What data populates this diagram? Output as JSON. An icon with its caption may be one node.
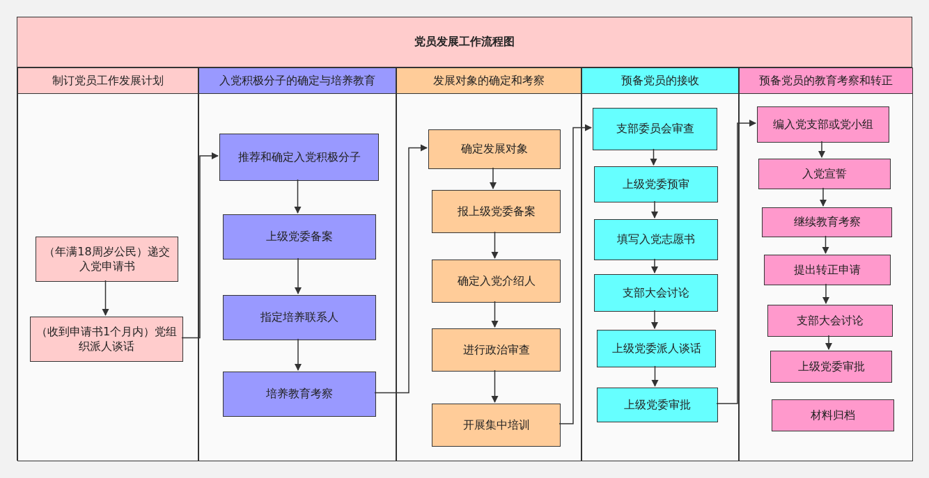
{
  "diagram": {
    "nodes": [
      {
        "text": [
          "党员发展工作流程图"
        ]
      },
      {
        "text": [
          "制订党员工作发展计划"
        ],
        "in": 0
      },
      {
        "text": [
          "入党积极分子的确定与培养教育"
        ],
        "in": 0
      },
      {
        "text": [
          "发展对象的确定和考察"
        ],
        "in": 0
      },
      {
        "text": [
          "预备党员的接收"
        ],
        "in": 0
      },
      {
        "text": [
          "预备党员的教育考察和转正"
        ],
        "in": 0
      },
      {
        "text": [
          "（年满18周岁公民）递交入党申请书"
        ],
        "in": 1
      },
      {
        "text": [
          "（收到申请书1个月内）党组织派人谈话"
        ],
        "in": 1
      },
      {
        "text": [
          "推荐和确定入党积极分子"
        ],
        "in": 2
      },
      {
        "text": [
          "上级党委备案"
        ],
        "in": 2
      },
      {
        "text": [
          "指定培养联系人"
        ],
        "in": 2
      },
      {
        "text": [
          "培养教育考察"
        ],
        "in": 2
      },
      {
        "text": [
          "确定发展对象"
        ],
        "in": 3
      },
      {
        "text": [
          "报上级党委备案"
        ],
        "in": 3
      },
      {
        "text": [
          "确定入党介绍人"
        ],
        "in": 3
      },
      {
        "text": [
          "进行政治审查"
        ],
        "in": 3
      },
      {
        "text": [
          "开展集中培训"
        ],
        "in": 3
      },
      {
        "text": [
          "支部委员会审查"
        ],
        "in": 4
      },
      {
        "text": [
          "上级党委预审"
        ],
        "in": 4
      },
      {
        "text": [
          "填写入党志愿书"
        ],
        "in": 4
      },
      {
        "text": [
          "支部大会讨论"
        ],
        "in": 4
      },
      {
        "text": [
          "上级党委派人谈话"
        ],
        "in": 4
      },
      {
        "text": [
          "上级党委审批"
        ],
        "in": 4
      },
      {
        "text": [
          "编入党支部或党小组"
        ],
        "in": 5
      },
      {
        "text": [
          "入党宣誓"
        ],
        "in": 5
      },
      {
        "text": [
          "继续教育考察"
        ],
        "in": 5
      },
      {
        "text": [
          "提出转正申请"
        ],
        "in": 5
      },
      {
        "text": [
          "支部大会讨论"
        ],
        "in": 5
      },
      {
        "text": [
          "上级党委审批"
        ],
        "in": 5
      },
      {
        "text": [
          "材料归档"
        ],
        "in": 5
      }
    ],
    "edges": [
      {
        "from": 6,
        "to": 7,
        "arrow": "to"
      },
      {
        "from": 7,
        "to": 8,
        "arrow": "to"
      },
      {
        "from": 8,
        "to": 9,
        "arrow": "to"
      },
      {
        "from": 9,
        "to": 10,
        "arrow": "to"
      },
      {
        "from": 10,
        "to": 11,
        "arrow": "to"
      },
      {
        "from": 11,
        "to": 12,
        "arrow": "to"
      },
      {
        "from": 12,
        "to": 13,
        "arrow": "to"
      },
      {
        "from": 13,
        "to": 14,
        "arrow": "to"
      },
      {
        "from": 14,
        "to": 15,
        "arrow": "to"
      },
      {
        "from": 15,
        "to": 16,
        "arrow": "to"
      },
      {
        "from": 16,
        "to": 17,
        "arrow": "to"
      },
      {
        "from": 17,
        "to": 18,
        "arrow": "to"
      },
      {
        "from": 18,
        "to": 19,
        "arrow": "to"
      },
      {
        "from": 19,
        "to": 20,
        "arrow": "to"
      },
      {
        "from": 20,
        "to": 21,
        "arrow": "to"
      },
      {
        "from": 21,
        "to": 22,
        "arrow": "to"
      },
      {
        "from": 22,
        "to": 23,
        "arrow": "to"
      },
      {
        "from": 23,
        "to": 24,
        "arrow": "to"
      },
      {
        "from": 24,
        "to": 25,
        "arrow": "to"
      },
      {
        "from": 25,
        "to": 26,
        "arrow": "to"
      },
      {
        "from": 26,
        "to": 27,
        "arrow": "to"
      },
      {
        "from": 27,
        "to": 28,
        "arrow": "to"
      }
    ]
  }
}
